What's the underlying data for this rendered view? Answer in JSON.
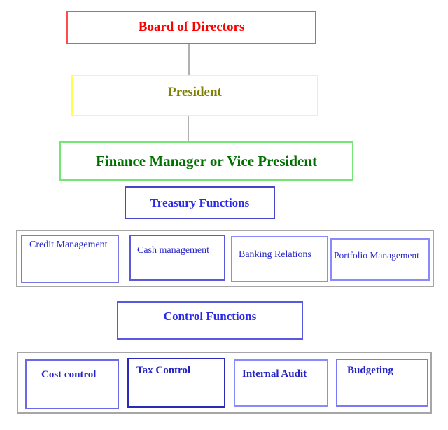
{
  "page": {
    "background_color": "#ffffff",
    "connector_color": "#b0b0b0",
    "container_border_color": "#a6a6a6"
  },
  "org_chart": {
    "board": {
      "label": "Board of Directors",
      "text_color": "#fe0000",
      "border_color": "#ff4c4c"
    },
    "president": {
      "label": "President",
      "text_color": "#7f7f00",
      "border_color": "#ffff4c"
    },
    "finance_manager": {
      "label": "Finance Manager or Vice President",
      "text_color": "#017001",
      "border_color": "#73e673"
    },
    "treasury": {
      "label": "Treasury Functions",
      "text_color": "#2a2ae6",
      "border_color": "#4646c6"
    },
    "control": {
      "label": "Control Functions",
      "text_color": "#2a2ae6",
      "border_color": "#5a5ae0"
    },
    "treasury_children": [
      {
        "label": "Credit Management",
        "text_color": "#2828c8",
        "border_color": "#7878e8"
      },
      {
        "label": "Cash management",
        "text_color": "#2828c8",
        "border_color": "#5a5ad8"
      },
      {
        "label": "Banking Relations",
        "text_color": "#2828c8",
        "border_color": "#8a8aff"
      },
      {
        "label": "Portfolio Management",
        "text_color": "#2828c8",
        "border_color": "#8a8aff"
      }
    ],
    "control_children": [
      {
        "label": "Cost control",
        "text_color": "#2424c4",
        "border_color": "#6a6ae8"
      },
      {
        "label": "Tax Control",
        "text_color": "#2424c4",
        "border_color": "#2a2ab8"
      },
      {
        "label": "Internal Audit",
        "text_color": "#2424c4",
        "border_color": "#8a8aff"
      },
      {
        "label": "Budgeting",
        "text_color": "#2424c4",
        "border_color": "#7a7af8"
      }
    ]
  }
}
